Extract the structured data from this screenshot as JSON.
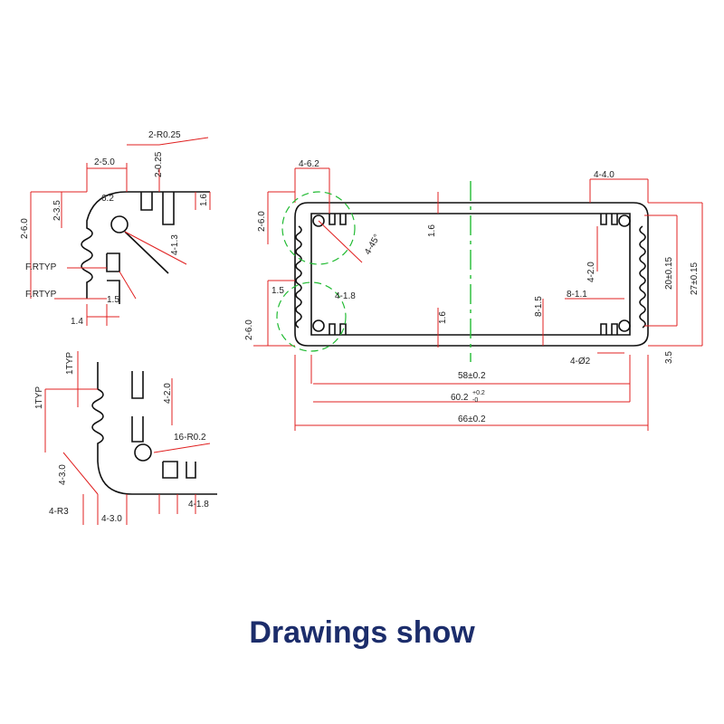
{
  "colors": {
    "outline": "#111111",
    "dimension": "#e02020",
    "centerline": "#22bb33",
    "caption": "#1c2d6b"
  },
  "caption": "Drawings show",
  "labels": {
    "d_2r025": "2-R0.25",
    "d_2_5_0": "2-5.0",
    "d_2_0_25": "2-0.25",
    "d_6_2_top": "6.2",
    "d_1_6_top": "1.6",
    "d_2_3_5": "2-3.5",
    "d_2_6_0_left": "2-6.0",
    "d_frtyp_1": "F.RTYP",
    "d_frtyp_2": "F.RTYP",
    "d_4_1_3": "4-1.3",
    "d_1_5_left": "1.5",
    "d_1_4": "1.4",
    "d_1typ_a": "1TYP",
    "d_1typ_b": "1TYP",
    "d_4_2_0_left": "4-2.0",
    "d_16_r02": "16-R0.2",
    "d_4_3_0_v": "4-3.0",
    "d_4_r3": "4-R3",
    "d_4_3_0_h": "4-3.0",
    "d_4_1_8_left": "4-1.8",
    "d_4_6_2": "4-6.2",
    "d_4_4_0": "4-4.0",
    "d_2_6_0_a": "2-6.0",
    "d_2_6_0_b": "2-6.0",
    "d_4_45": "4-45°",
    "d_1_6_a": "1.6",
    "d_1_6_b": "1.6",
    "d_1_5_main": "1.5",
    "d_4_1_8_main": "4-1.8",
    "d_4_2_0_main": "4-2.0",
    "d_8_1_5": "8-1.5",
    "d_8_1_1": "8-1.1",
    "d_4_phi2": "4-Ø2",
    "d_20": "20±0.15",
    "d_27": "27±0.15",
    "d_3_5": "3.5",
    "d_58": "58±0.2",
    "d_60_2": "60.2",
    "d_60_2_tol_up": "+0.2",
    "d_60_2_tol_dn": "-0",
    "d_66": "66±0.2"
  }
}
